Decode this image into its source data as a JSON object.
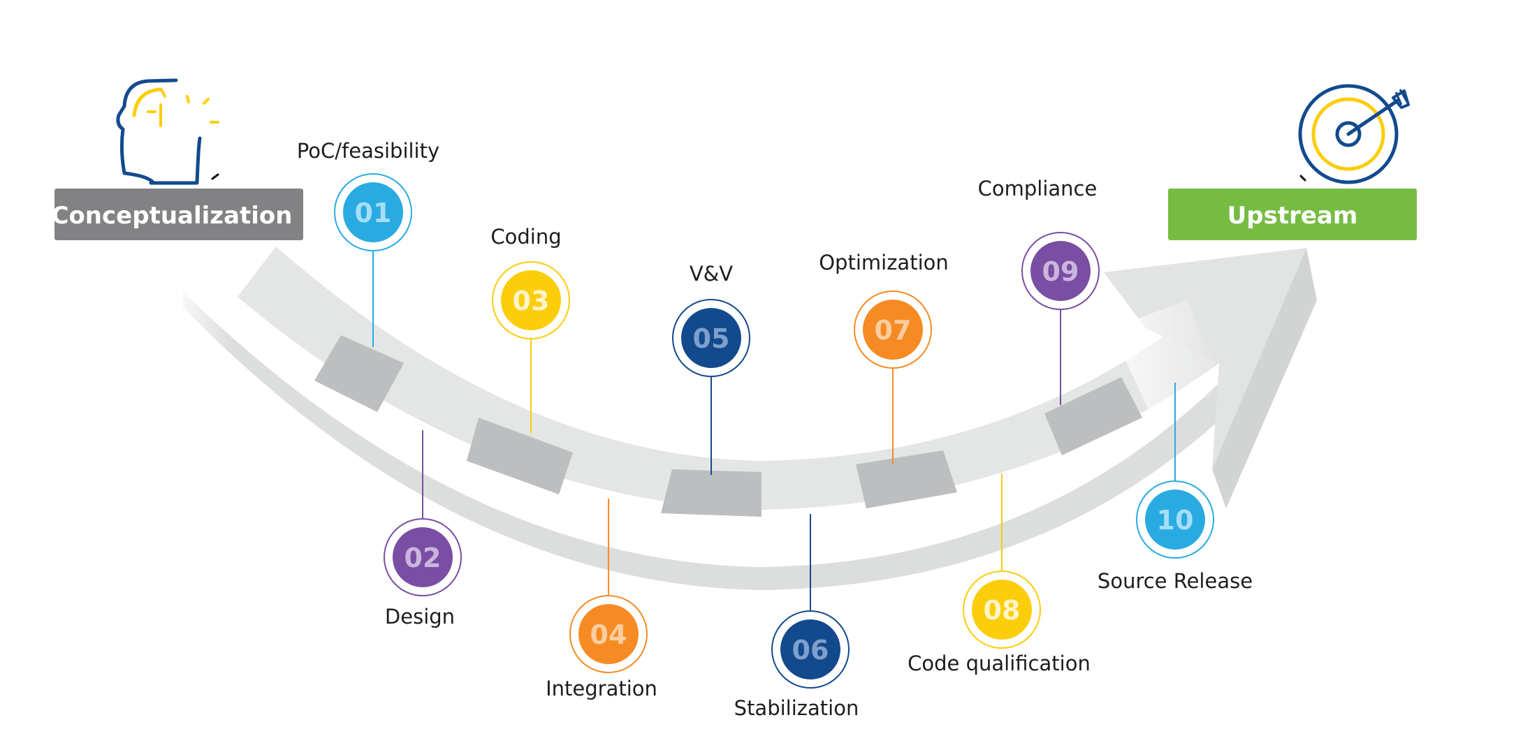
{
  "start": {
    "label": "Conceptualization",
    "color": "#828285"
  },
  "end": {
    "label": "Upstream",
    "color": "#76bc43"
  },
  "icons": {
    "start": "head-idea-icon",
    "end": "target-arrow-icon"
  },
  "steps": [
    {
      "num": "01",
      "label": "PoC/feasibility",
      "color": "#29abe2",
      "text_color": "#c9ecfb"
    },
    {
      "num": "02",
      "label": "Design",
      "color": "#7a4ea3",
      "text_color": "#e0d2ee"
    },
    {
      "num": "03",
      "label": "Coding",
      "color": "#fccd0a",
      "text_color": "#ffffff"
    },
    {
      "num": "04",
      "label": "Integration",
      "color": "#f68b24",
      "text_color": "#fde0c4"
    },
    {
      "num": "05",
      "label": "V&V",
      "color": "#134a8e",
      "text_color": "#9cb8de"
    },
    {
      "num": "06",
      "label": "Stabilization",
      "color": "#134a8e",
      "text_color": "#9cb8de"
    },
    {
      "num": "07",
      "label": "Optimization",
      "color": "#f68b24",
      "text_color": "#fde0c4"
    },
    {
      "num": "08",
      "label": "Code qualification",
      "color": "#fccd0a",
      "text_color": "#ffffff"
    },
    {
      "num": "09",
      "label": "Compliance",
      "color": "#7a4ea3",
      "text_color": "#e0d2ee"
    },
    {
      "num": "10",
      "label": "Source Release",
      "color": "#29abe2",
      "text_color": "#c9ecfb"
    }
  ]
}
